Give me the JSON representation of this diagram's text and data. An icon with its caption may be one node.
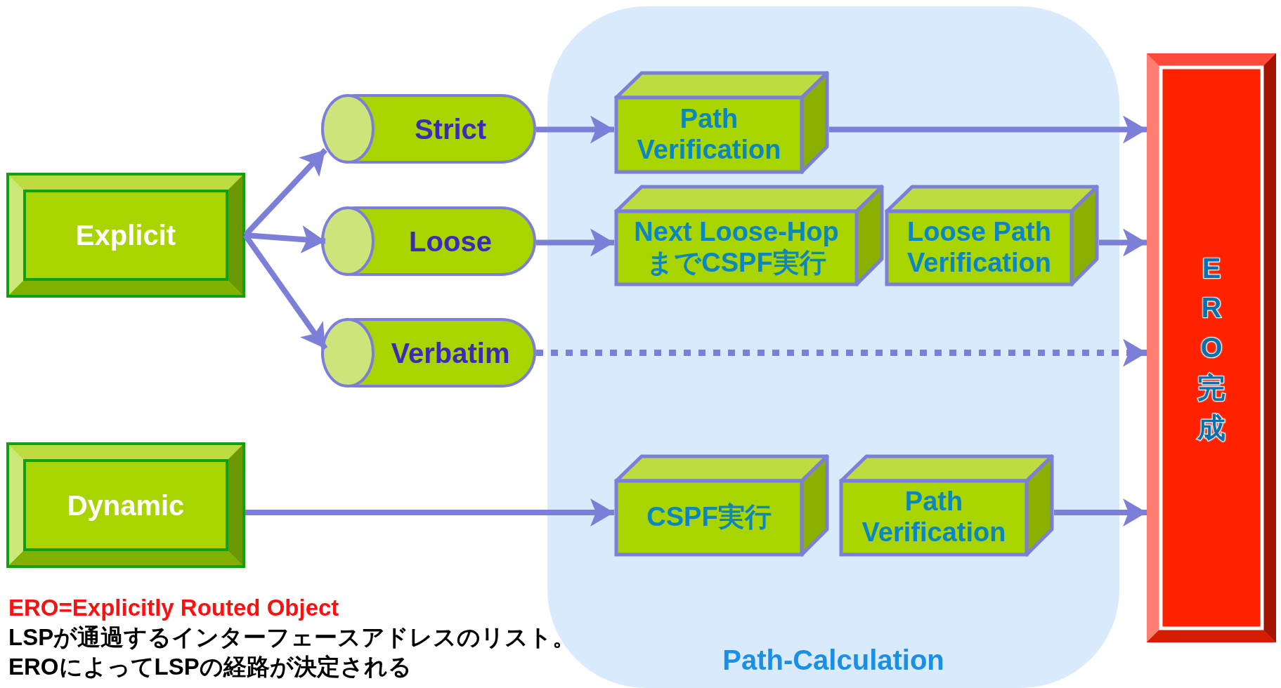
{
  "diagram": {
    "nodes": [
      {
        "text": [
          "Explicit"
        ]
      },
      {
        "text": [
          "Strict"
        ]
      },
      {
        "text": [
          "Loose"
        ]
      },
      {
        "text": [
          "Verbatim"
        ]
      },
      {
        "text": [
          "Dynamic"
        ]
      },
      {
        "text": [
          "Path-Calculation"
        ]
      },
      {
        "text": [
          "Path Verification"
        ],
        "in": 5
      },
      {
        "text": [
          "Next Loose-Hop までCSPF実行"
        ],
        "in": 5
      },
      {
        "text": [
          "Loose Path Verification"
        ],
        "in": 5
      },
      {
        "text": [
          "CSPF実行"
        ],
        "in": 5
      },
      {
        "text": [
          "Path Verification"
        ],
        "in": 5
      },
      {
        "text": [
          "ERO完成"
        ]
      }
    ],
    "edges": [
      {
        "from": 0,
        "to": 1,
        "arrow": "to"
      },
      {
        "from": 0,
        "to": 2,
        "arrow": "to"
      },
      {
        "from": 0,
        "to": 3,
        "arrow": "to"
      },
      {
        "from": 1,
        "to": 6,
        "arrow": "to"
      },
      {
        "from": 2,
        "to": 7,
        "arrow": "to"
      },
      {
        "from": 6,
        "to": 11,
        "arrow": "to"
      },
      {
        "from": 8,
        "to": 11,
        "arrow": "to"
      },
      {
        "from": 3,
        "to": 11,
        "arrow": "to",
        "style": "dashed"
      },
      {
        "from": 4,
        "to": 9,
        "arrow": "to"
      },
      {
        "from": 10,
        "to": 11,
        "arrow": "to"
      }
    ],
    "labels": [
      "ERO=Explicitly Routed Object",
      "LSPが通過するインターフェースアドレスのリスト。",
      "EROによってLSPの経路が決定される"
    ]
  }
}
